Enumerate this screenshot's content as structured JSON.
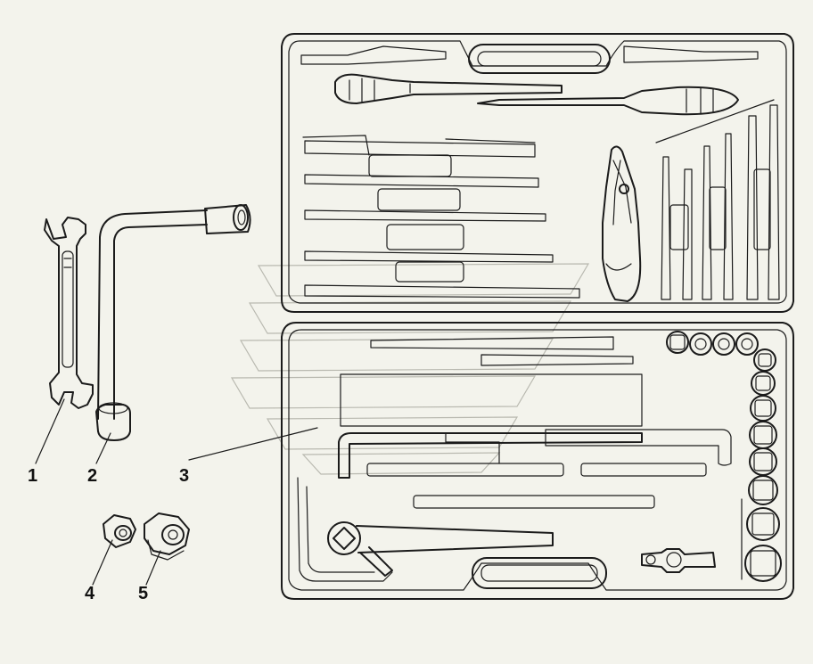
{
  "callouts": [
    {
      "id": "1",
      "label": "1"
    },
    {
      "id": "2",
      "label": "2"
    },
    {
      "id": "3",
      "label": "3"
    },
    {
      "id": "4",
      "label": "4"
    },
    {
      "id": "5",
      "label": "5"
    }
  ],
  "colors": {
    "background": "#f3f3ec",
    "ink": "#1b1b1b",
    "watermark": "#b9b9b0"
  }
}
